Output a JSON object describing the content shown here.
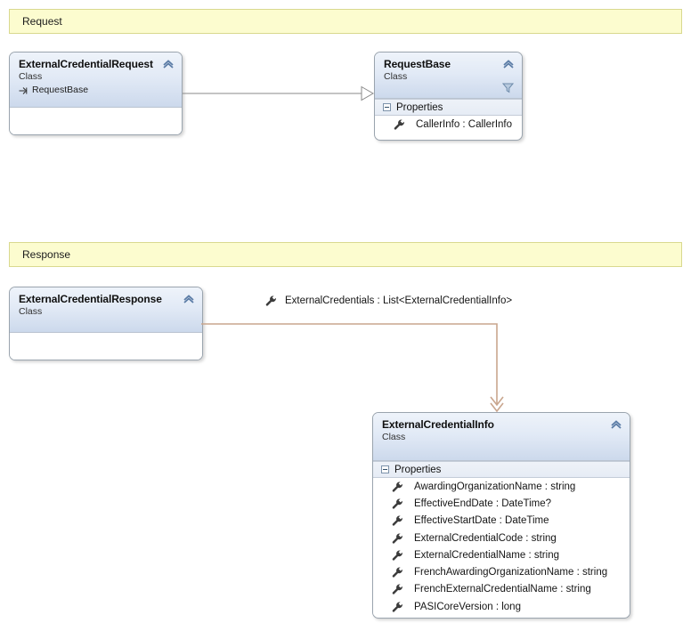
{
  "diagram": {
    "type": "uml-class-diagram",
    "background": "#ffffff",
    "colors": {
      "banner_fill": "#fcfccf",
      "banner_border": "#d9d98f",
      "shape_border": "#9aa4ae",
      "header_gradient_top": "#eef3fa",
      "header_gradient_bottom": "#ccd9ec",
      "inheritance_line": "#878787",
      "association_line": "#c9a68e"
    }
  },
  "banners": [
    {
      "label": "Request"
    },
    {
      "label": "Response"
    }
  ],
  "shapes": {
    "external_credential_request": {
      "title": "ExternalCredentialRequest",
      "stereotype": "Class",
      "base": "RequestBase",
      "collapse_icon": "chevron-up-icon"
    },
    "request_base": {
      "title": "RequestBase",
      "stereotype": "Class",
      "collapse_icon": "chevron-up-icon",
      "filter_icon": "funnel-icon",
      "compartment": "Properties",
      "members": [
        "CallerInfo : CallerInfo"
      ]
    },
    "external_credential_response": {
      "title": "ExternalCredentialResponse",
      "stereotype": "Class",
      "collapse_icon": "chevron-up-icon"
    },
    "external_credential_info": {
      "title": "ExternalCredentialInfo",
      "stereotype": "Class",
      "collapse_icon": "chevron-up-icon",
      "compartment": "Properties",
      "members": [
        "AwardingOrganizationName : string",
        "EffectiveEndDate : DateTime?",
        "EffectiveStartDate : DateTime",
        "ExternalCredentialCode : string",
        "ExternalCredentialName : string",
        "FrenchAwardingOrganizationName : string",
        "FrenchExternalCredentialName : string",
        "PASICoreVersion : long"
      ]
    }
  },
  "connectors": {
    "inheritance": {
      "from": "ExternalCredentialRequest",
      "to": "RequestBase",
      "kind": "generalization"
    },
    "association": {
      "from": "ExternalCredentialResponse",
      "to": "ExternalCredentialInfo",
      "kind": "association",
      "label": "ExternalCredentials : List<ExternalCredentialInfo>",
      "label_icon": "wrench-icon"
    }
  }
}
